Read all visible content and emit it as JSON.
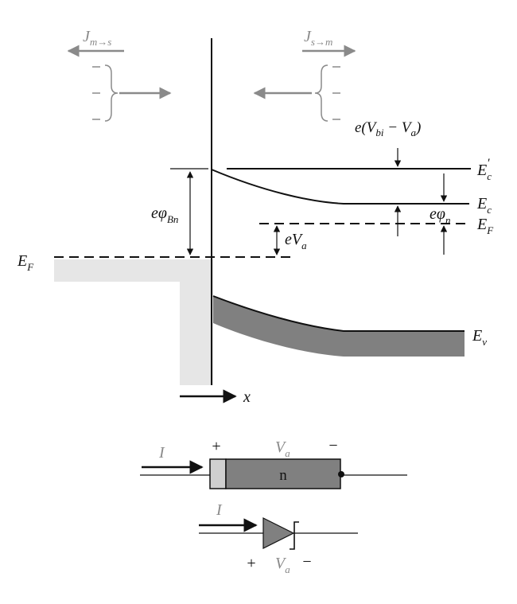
{
  "labels": {
    "j_m_s": {
      "main": "J",
      "sub": "m→s"
    },
    "j_s_m": {
      "main": "J",
      "sub": "s→m"
    },
    "e_vbi_va": {
      "pre": "e(V",
      "sub1": "bi",
      "mid": " − V",
      "sub2": "a",
      "post": ")"
    },
    "ec_prime": {
      "main": "E",
      "sub": "c",
      "prime": "′"
    },
    "ec": {
      "main": "E",
      "sub": "c"
    },
    "ef_right": {
      "main": "E",
      "sub": "F"
    },
    "ef_left": {
      "main": "E",
      "sub": "F"
    },
    "ev": {
      "main": "E",
      "sub": "v"
    },
    "e_phi_bn": {
      "main": "eφ",
      "sub": "Bn"
    },
    "e_phi_n": {
      "main": "eφ",
      "sub": "n"
    },
    "e_va": {
      "main": "eV",
      "sub": "a"
    },
    "x_axis": "x"
  },
  "device": {
    "current_label": "I",
    "plus": "+",
    "minus": "−",
    "va": {
      "main": "V",
      "sub": "a"
    },
    "region": "n"
  },
  "diode_symbol": {
    "current_label": "I",
    "plus": "+",
    "minus": "−",
    "va": {
      "main": "V",
      "sub": "a"
    }
  },
  "colors": {
    "metal_fill": "#e6e6e6",
    "valence_band_fill": "#808080",
    "device_body": "#808080",
    "device_contact": "#cfcfcf",
    "arrow_gray": "#8a8a8a",
    "line": "#111111"
  }
}
